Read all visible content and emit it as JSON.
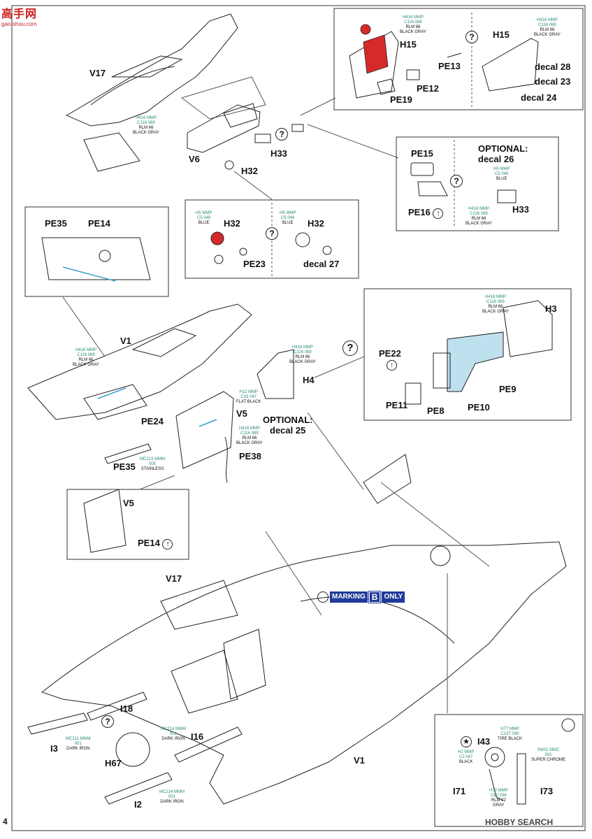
{
  "site_logo": {
    "text": "高手网",
    "sub": "gao-shou.com"
  },
  "page_number": "4",
  "watermark": "HOBBY SEARCH",
  "marking_badge": {
    "prefix": "MARKING",
    "letter": "B",
    "suffix": "ONLY"
  },
  "parts": {
    "v17_top": "V17",
    "v6": "V6",
    "h33_a": "H33",
    "h32_a": "H32",
    "h15_a": "H15",
    "pe13": "PE13",
    "pe12": "PE12",
    "pe19": "PE19",
    "h15_b": "H15",
    "decal28": "decal 28",
    "decal23": "decal 23",
    "decal24": "decal 24",
    "pe15": "PE15",
    "pe16": "PE16",
    "optional26": "OPTIONAL:",
    "optional26b": "decal 26",
    "h33_b": "H33",
    "h32_b": "H32",
    "pe23": "PE23",
    "h32_c": "H32",
    "decal27": "decal 27",
    "pe35_a": "PE35",
    "pe14_a": "PE14",
    "v1_top": "V1",
    "h4": "H4",
    "optional25": "OPTIONAL:",
    "optional25b": "decal 25",
    "v5_a": "V5",
    "pe24": "PE24",
    "pe38": "PE38",
    "pe35_b": "PE35",
    "h3": "H3",
    "pe22": "PE22",
    "pe9": "PE9",
    "pe11": "PE11",
    "pe8": "PE8",
    "pe10": "PE10",
    "v5_b": "V5",
    "pe14_b": "PE14",
    "v17_bottom": "V17",
    "i18": "I18",
    "i16": "I16",
    "i3": "I3",
    "h67": "H67",
    "i2": "I2",
    "v1_bottom": "V1",
    "i43": "I43",
    "i71": "I71",
    "i73": "I73"
  },
  "paints": {
    "p1": {
      "codes": "H416 MMP",
      "codes2": "C116 089",
      "name": "RLM 66",
      "name2": "BLACK GRAY"
    },
    "p2": {
      "codes": "H416 MMP",
      "codes2": "C116 089",
      "name": "RLM 66",
      "name2": "BLACK GRAY"
    },
    "p3": {
      "codes": "H416 MMP",
      "codes2": "C116 089",
      "name": "RLM 66",
      "name2": "BLACK GRAY"
    },
    "p4": {
      "codes": "H5 MMP",
      "codes2": "C5 048",
      "name": "BLUE",
      "name2": ""
    },
    "p5": {
      "codes": "H416 MMP",
      "codes2": "C116 089",
      "name": "RLM 66",
      "name2": "BLACK GRAY"
    },
    "p6": {
      "codes": "H5 MMP",
      "codes2": "C5 048",
      "name": "BLUE",
      "name2": ""
    },
    "p7": {
      "codes": "H5 MMP",
      "codes2": "C5 048",
      "name": "BLUE",
      "name2": ""
    },
    "p8": {
      "codes": "H416 MMP",
      "codes2": "C116 089",
      "name": "RLM 66",
      "name2": "BLACK GRAY"
    },
    "p9": {
      "codes": "H416 MMP",
      "codes2": "C116 089",
      "name": "RLM 66",
      "name2": "BLACK GRAY"
    },
    "p10": {
      "codes": "H416 MMP",
      "codes2": "C116 089",
      "name": "RLM 66",
      "name2": "BLACK GRAY"
    },
    "p11": {
      "codes": "H12 MMP",
      "codes2": "C33 047",
      "name": "FLAT BLACK",
      "name2": ""
    },
    "p12": {
      "codes": "H416 MMP",
      "codes2": "C116 089",
      "name": "RLM 66",
      "name2": "BLACK GRAY"
    },
    "p13": {
      "codes": "MC213 MMM",
      "codes2": "005",
      "name": "STAINLESS",
      "name2": ""
    },
    "p14": {
      "codes": "MC211 MMM",
      "codes2": "001",
      "name": "DARK IRON",
      "name2": ""
    },
    "p15": {
      "codes": "MC214 MMM",
      "codes2": "001",
      "name": "DARK IRON",
      "name2": ""
    },
    "p16": {
      "codes": "MC214 MMM",
      "codes2": "001",
      "name": "DARK IRON",
      "name2": ""
    },
    "p17": {
      "codes": "H77 MMP",
      "codes2": "C137 040",
      "name": "TIRE BLACK",
      "name2": ""
    },
    "p18": {
      "codes": "H2 MMP",
      "codes2": "C2 047",
      "name": "BLACK",
      "name2": ""
    },
    "p19": {
      "codes": "SM01 MMC",
      "codes2": "001",
      "name": "SUPER CHROME",
      "name2": ""
    },
    "p20": {
      "codes": "H70 MMP",
      "codes2": "C60 036",
      "name": "RLM 02",
      "name2": "GRAY"
    }
  }
}
